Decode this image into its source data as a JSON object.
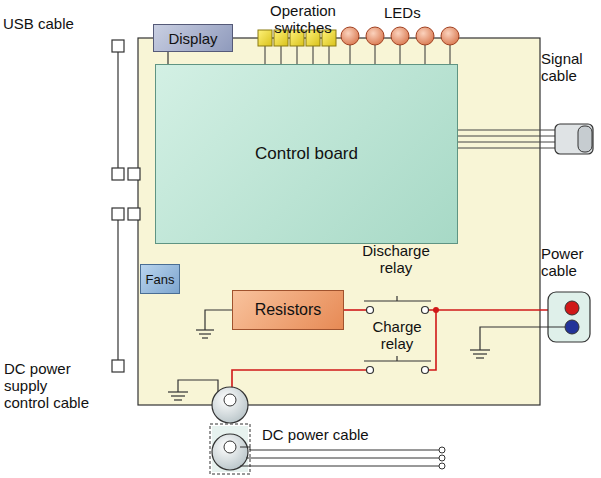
{
  "diagram": {
    "nodes": [
      {
        "text": [
          "Display"
        ]
      },
      {
        "text": [
          "Control board"
        ]
      },
      {
        "text": [
          "Fans"
        ]
      },
      {
        "text": [
          "Resistors"
        ]
      }
    ],
    "edges": [
      {
        "from": 0,
        "to": 1,
        "arrow": "none"
      }
    ],
    "labels": [
      "USB cable",
      "Operation switches",
      "LEDs",
      "Signal cable",
      "Discharge relay",
      "Power cable",
      "Charge relay",
      "DC power supply control cable",
      "DC power cable"
    ]
  }
}
